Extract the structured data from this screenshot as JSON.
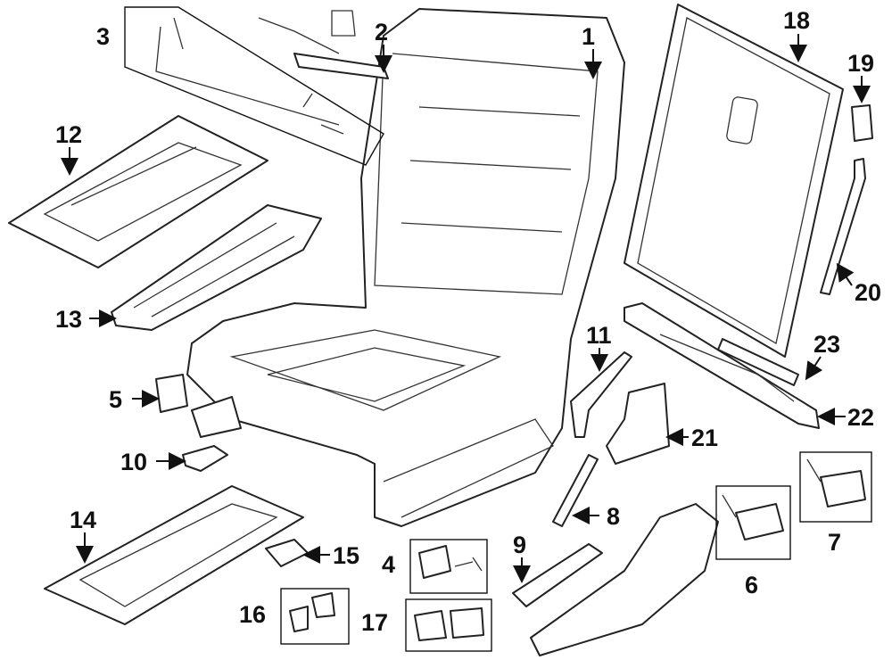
{
  "diagram": {
    "callouts": [
      {
        "id": "1",
        "label": "1"
      },
      {
        "id": "2",
        "label": "2"
      },
      {
        "id": "3",
        "label": "3"
      },
      {
        "id": "4",
        "label": "4"
      },
      {
        "id": "5",
        "label": "5"
      },
      {
        "id": "6",
        "label": "6"
      },
      {
        "id": "7",
        "label": "7"
      },
      {
        "id": "8",
        "label": "8"
      },
      {
        "id": "9",
        "label": "9"
      },
      {
        "id": "10",
        "label": "10"
      },
      {
        "id": "11",
        "label": "11"
      },
      {
        "id": "12",
        "label": "12"
      },
      {
        "id": "13",
        "label": "13"
      },
      {
        "id": "14",
        "label": "14"
      },
      {
        "id": "15",
        "label": "15"
      },
      {
        "id": "16",
        "label": "16"
      },
      {
        "id": "17",
        "label": "17"
      },
      {
        "id": "18",
        "label": "18"
      },
      {
        "id": "19",
        "label": "19"
      },
      {
        "id": "20",
        "label": "20"
      },
      {
        "id": "21",
        "label": "21"
      },
      {
        "id": "22",
        "label": "22"
      },
      {
        "id": "23",
        "label": "23"
      }
    ],
    "colors": {
      "line": "#222222",
      "background": "#ffffff"
    }
  }
}
